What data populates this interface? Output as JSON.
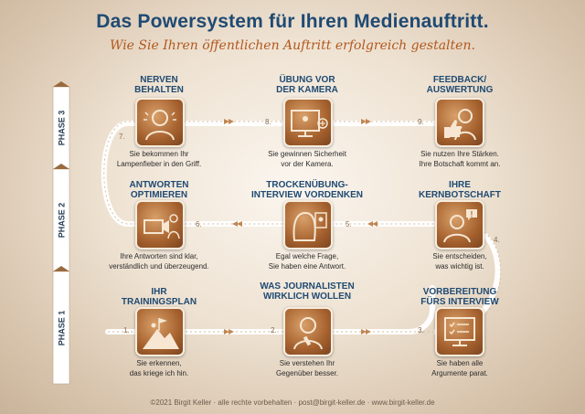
{
  "header": {
    "title": "Das Powersystem für Ihren Medienauftritt.",
    "subtitle": "Wie Sie Ihren öffentlichen Auftritt erfolgreich gestalten."
  },
  "phases": [
    "PHASE 3",
    "PHASE 2",
    "PHASE 1"
  ],
  "steps": [
    {
      "number": "1.",
      "title": "IHR\nTRAININGSPLAN",
      "desc": "Sie erkennen,\ndas kriege ich hin.",
      "icon": "summit-flag-icon"
    },
    {
      "number": "2.",
      "title": "WAS JOURNALISTEN\nWIRKLICH WOLLEN",
      "desc": "Sie verstehen Ihr\nGegenüber besser.",
      "icon": "journalist-microphone-icon"
    },
    {
      "number": "3.",
      "title": "VORBEREITUNG\nFÜRS INTERVIEW",
      "desc": "Sie haben alle\nArgumente parat.",
      "icon": "checklist-monitor-icon"
    },
    {
      "number": "4.",
      "title": "IHRE\nKERNBOTSCHAFT",
      "desc": "Sie entscheiden,\nwas wichtig ist.",
      "icon": "person-idea-icon"
    },
    {
      "number": "5.",
      "title": "TROCKENÜBUNG-\nINTERVIEW VORDENKEN",
      "desc": "Egal welche Frage,\nSie haben eine Antwort.",
      "icon": "woman-portrait-icon"
    },
    {
      "number": "6.",
      "title": "ANTWORTEN\nOPTIMIEREN",
      "desc": "Ihre Antworten sind klar,\nverständlich und überzeugend.",
      "icon": "video-camera-icon"
    },
    {
      "number": "7.",
      "title": "NERVEN\nBEHALTEN",
      "desc": "Sie bekommen Ihr\nLampenfieber in den Griff.",
      "icon": "nervous-person-icon"
    },
    {
      "number": "8.",
      "title": "ÜBUNG VOR\nDER KAMERA",
      "desc": "Sie gewinnen Sicherheit\nvor der Kamera.",
      "icon": "screen-presenter-icon"
    },
    {
      "number": "9.",
      "title": "FEEDBACK/\nAUSWERTUNG",
      "desc": "Sie nutzen Ihre Stärken.\nIhre Botschaft kommt an.",
      "icon": "thumbs-up-icon"
    }
  ],
  "footer": "©2021 Birgit Keller · alle rechte vorbehalten · post@birgit-keller.de · www.birgit-keller.de",
  "colors": {
    "title": "#1f4a73",
    "subtitle": "#b3581e",
    "tile": "#a5612e",
    "path": "#f3ece2"
  }
}
